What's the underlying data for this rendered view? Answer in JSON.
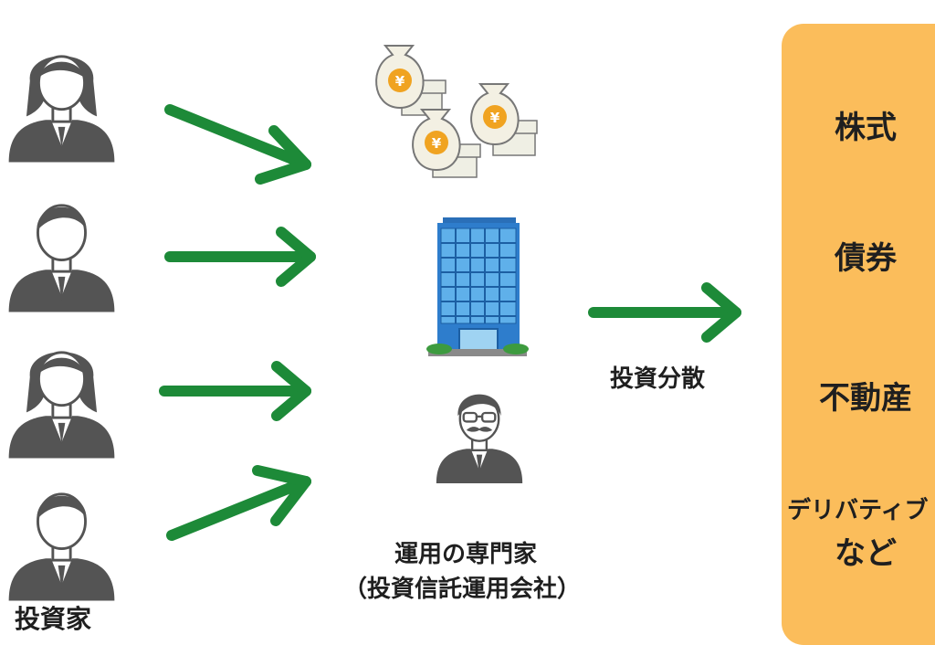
{
  "investors_label": "投資家",
  "expert_label": "運用の専門家",
  "company_label": "（投資信託運用会社）",
  "arrow_label": "投資分散",
  "money_symbol": "¥",
  "assets": [
    {
      "label": "株式"
    },
    {
      "label": "債券"
    },
    {
      "label": "不動産"
    },
    {
      "label": "デリバティブ"
    },
    {
      "label": "など"
    }
  ],
  "colors": {
    "arrow": "#1d8a38",
    "person": "#545454",
    "asset_panel": "#fbbd5b",
    "building": "#2e7dcc",
    "money_bag": "#f3f0e3",
    "yen": "#f0a321"
  },
  "icons": [
    "investor-icon",
    "money-bag-icon",
    "office-building-icon",
    "expert-icon"
  ]
}
